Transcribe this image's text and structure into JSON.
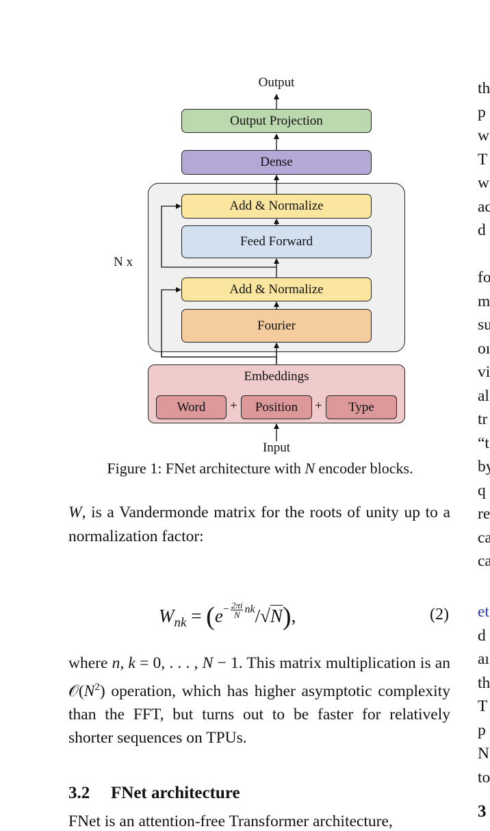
{
  "figure": {
    "output_label": "Output",
    "input_label": "Input",
    "nx_label": "N x",
    "blocks": {
      "output_projection": "Output Projection",
      "dense": "Dense",
      "add_norm_top": "Add & Normalize",
      "feed_forward": "Feed Forward",
      "add_norm_bottom": "Add & Normalize",
      "fourier": "Fourier",
      "embeddings": "Embeddings",
      "word": "Word",
      "position": "Position",
      "type": "Type",
      "plus": "+"
    },
    "colors": {
      "output_projection": "#bcd8ae",
      "dense": "#b3a8d6",
      "add_normalize": "#fbe6a0",
      "feed_forward": "#d3e0ef",
      "fourier": "#f4cc9e",
      "embeddings": "#efcbcb",
      "embedding_parts": "#dd9999",
      "encoder_block": "#f0f0f0"
    }
  },
  "caption": {
    "prefix": "Figure 1: FNet architecture with ",
    "var": "N",
    "suffix": " encoder blocks."
  },
  "paragraph1": {
    "var": "W",
    "text": ", is a Vandermonde matrix for the roots of unity up to a normalization factor:"
  },
  "equation": {
    "lhs_var": "W",
    "lhs_sub": "nk",
    "equals": "=",
    "base": "e",
    "exp_sign": "−",
    "frac_num": "2πi",
    "frac_den": "N",
    "exp_tail": "nk",
    "div_sqrt": "/√",
    "sqrt_arg": "N",
    "trailing": ",",
    "number": "(2)"
  },
  "paragraph2": {
    "w1": "where ",
    "math1": "n, k",
    "w2": " = 0, . . . , ",
    "math2": "N",
    "w3": " − 1. This matrix multiplication is an ",
    "bigO": "𝒪",
    "w4": "(",
    "math3": "N",
    "sup": "2",
    "w5": ") operation, which has higher asymptotic complexity than the FFT, but turns out to be faster for relatively shorter sequences on TPUs."
  },
  "section": {
    "number": "3.2",
    "title": "FNet architecture"
  },
  "cut_line": "FNet is an attention-free Transformer architecture,",
  "right_column": {
    "group1": [
      "th",
      "p",
      "w",
      "T",
      "w",
      "ac",
      "d"
    ],
    "group2": [
      "fo",
      "m",
      "su",
      "oı",
      "vi",
      "al",
      "tr",
      "“t",
      "by",
      "q",
      "re",
      "ca",
      "ca"
    ],
    "group3_link": "et",
    "group3": [
      "d",
      "aı",
      "th",
      "T",
      "p",
      "N",
      "to"
    ],
    "group4": [
      "3"
    ]
  }
}
